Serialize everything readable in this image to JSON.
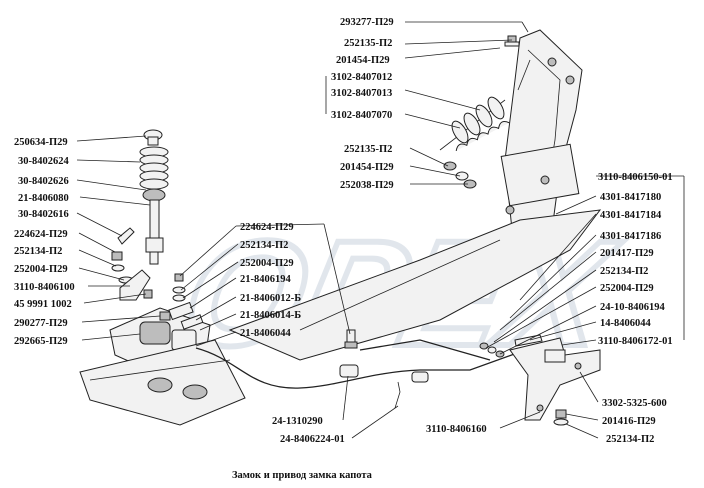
{
  "caption": "Замок и привод замка капота",
  "watermark": "OPEX",
  "labels": {
    "l01": "293277-П29",
    "l02": "252135-П2",
    "l03": "201454-П29",
    "l04": "3102-8407012",
    "l05": "3102-8407013",
    "l06": "3102-8407070",
    "l07": "252135-П2",
    "l08": "201454-П29",
    "l09": "252038-П29",
    "l10": "250634-П29",
    "l11": "30-8402624",
    "l12": "30-8402626",
    "l13": "21-8406080",
    "l14": "30-8402616",
    "l15": "224624-П29",
    "l16": "252134-П2",
    "l17": "252004-П29",
    "l18": "3110-8406100",
    "l19": "45 9991 1002",
    "l20": "290277-П29",
    "l21": "292665-П29",
    "l22": "224624-П29",
    "l23": "252134-П2",
    "l24": "252004-П29",
    "l25": "21-8406194",
    "l26": "21-8406012-Б",
    "l27": "21-8406014-Б",
    "l28": "21-8406044",
    "l29": "24-1310290",
    "l30": "24-8406224-01",
    "l31": "3110-8406150-01",
    "l32": "4301-8417180",
    "l33": "4301-8417184",
    "l34": "4301-8417186",
    "l35": "201417-П29",
    "l36": "252134-П2",
    "l37": "252004-П29",
    "l38": "24-10-8406194",
    "l39": "14-8406044",
    "l40": "3110-8406172-01",
    "l41": "3302-5325-600",
    "l42": "201416-П29",
    "l43": "252134-П2",
    "l44": "3110-8406160"
  }
}
